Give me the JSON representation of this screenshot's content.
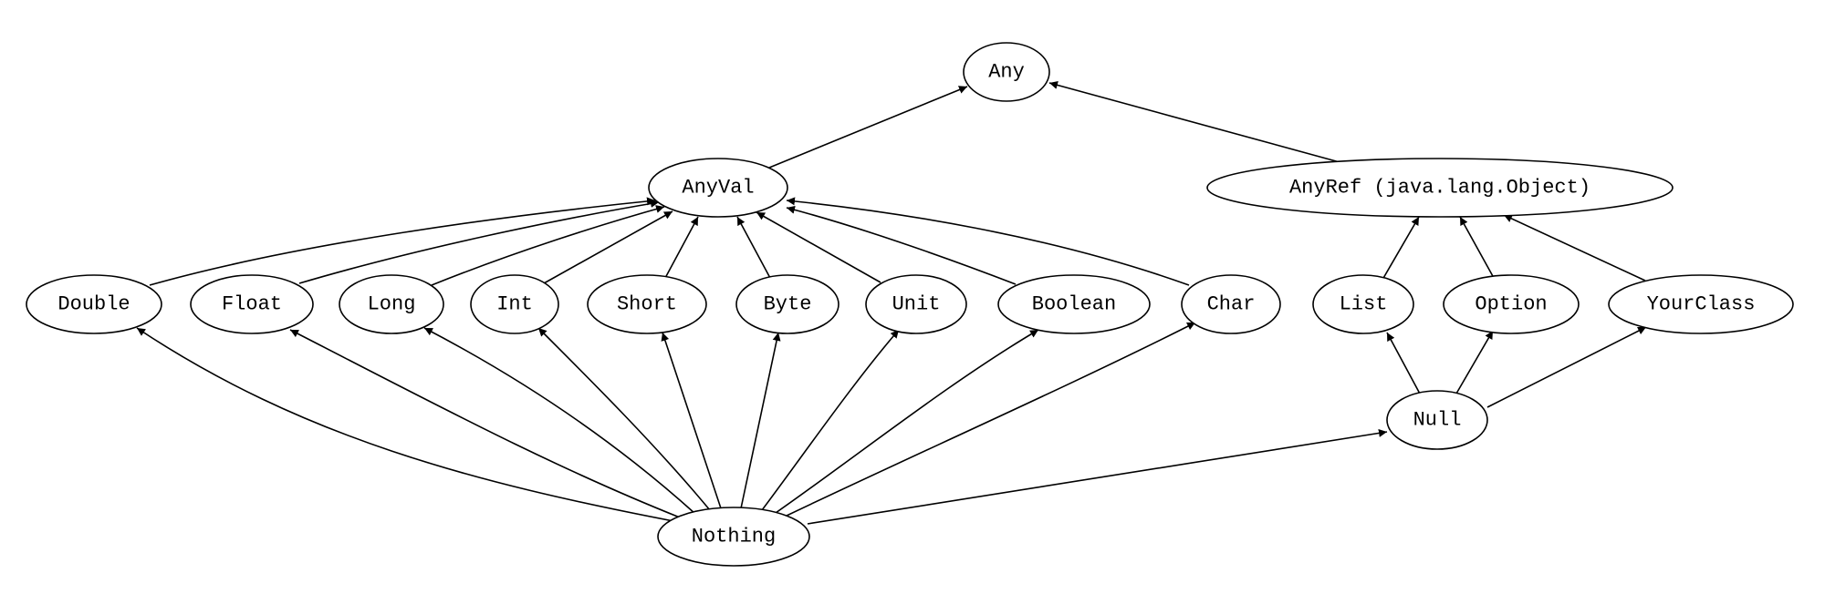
{
  "colors": {
    "background": "#ffffff",
    "stroke": "#000000",
    "text": "#000000"
  },
  "nodes": {
    "any": "Any",
    "anyval": "AnyVal",
    "anyref": "AnyRef (java.lang.Object)",
    "double": "Double",
    "float": "Float",
    "long": "Long",
    "int": "Int",
    "short": "Short",
    "byte": "Byte",
    "unit": "Unit",
    "boolean": "Boolean",
    "char": "Char",
    "list": "List",
    "option": "Option",
    "yourclass": "YourClass",
    "null": "Null",
    "nothing": "Nothing"
  },
  "edges": [
    {
      "from": "anyval",
      "to": "any"
    },
    {
      "from": "anyref",
      "to": "any"
    },
    {
      "from": "double",
      "to": "anyval"
    },
    {
      "from": "float",
      "to": "anyval"
    },
    {
      "from": "long",
      "to": "anyval"
    },
    {
      "from": "int",
      "to": "anyval"
    },
    {
      "from": "short",
      "to": "anyval"
    },
    {
      "from": "byte",
      "to": "anyval"
    },
    {
      "from": "unit",
      "to": "anyval"
    },
    {
      "from": "boolean",
      "to": "anyval"
    },
    {
      "from": "char",
      "to": "anyval"
    },
    {
      "from": "list",
      "to": "anyref"
    },
    {
      "from": "option",
      "to": "anyref"
    },
    {
      "from": "yourclass",
      "to": "anyref"
    },
    {
      "from": "null",
      "to": "list"
    },
    {
      "from": "null",
      "to": "option"
    },
    {
      "from": "null",
      "to": "yourclass"
    },
    {
      "from": "nothing",
      "to": "double"
    },
    {
      "from": "nothing",
      "to": "float"
    },
    {
      "from": "nothing",
      "to": "long"
    },
    {
      "from": "nothing",
      "to": "int"
    },
    {
      "from": "nothing",
      "to": "short"
    },
    {
      "from": "nothing",
      "to": "byte"
    },
    {
      "from": "nothing",
      "to": "unit"
    },
    {
      "from": "nothing",
      "to": "boolean"
    },
    {
      "from": "nothing",
      "to": "char"
    },
    {
      "from": "nothing",
      "to": "null"
    }
  ]
}
